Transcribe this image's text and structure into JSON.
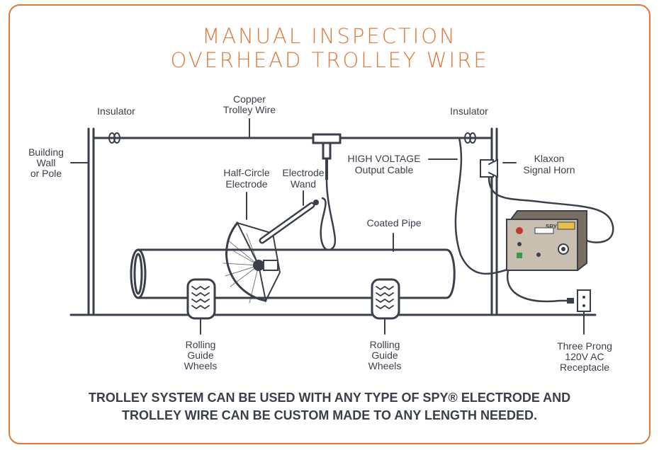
{
  "title": {
    "line1": "MANUAL INSPECTION",
    "line2": "OVERHEAD TROLLEY WIRE"
  },
  "labels": {
    "building": [
      "Building",
      "Wall",
      "or Pole"
    ],
    "insulator_left": "Insulator",
    "copper_wire": [
      "Copper",
      "Trolley Wire"
    ],
    "insulator_right": "Insulator",
    "hv_cable": [
      "HIGH VOLTAGE",
      "Output Cable"
    ],
    "klaxon": [
      "Klaxon",
      "Signal Horn"
    ],
    "half_circle": [
      "Half-Circle",
      "Electrode"
    ],
    "wand": [
      "Electrode",
      "Wand"
    ],
    "coated_pipe": "Coated Pipe",
    "wheels_left": [
      "Rolling",
      "Guide",
      "Wheels"
    ],
    "wheels_right": [
      "Rolling",
      "Guide",
      "Wheels"
    ],
    "receptacle": [
      "Three Prong",
      "120V AC",
      "Receptacle"
    ]
  },
  "device": {
    "brand": "SPY"
  },
  "footer": {
    "line1": "TROLLEY SYSTEM CAN BE USED WITH ANY TYPE OF SPY® ELECTRODE AND",
    "line2": "TROLLEY WIRE CAN BE CUSTOM MADE TO ANY LENGTH NEEDED."
  },
  "colors": {
    "accent": "#e07a3a",
    "line": "#3a3f4a",
    "device_body": "#c8bfb0",
    "device_top": "#7a6e62",
    "alarm_red": "#c0392b",
    "indicator_green": "#3a9a4a"
  }
}
